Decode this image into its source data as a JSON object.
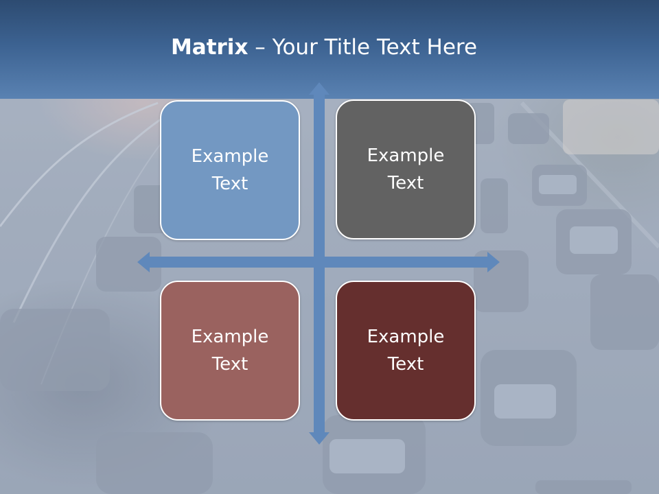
{
  "slide": {
    "title_bold": "Matrix",
    "title_rest": " – Your Title Text Here"
  },
  "matrix": {
    "top_left": "Example Text",
    "top_right": "Example Text",
    "bottom_left": "Example Text",
    "bottom_right": "Example Text"
  },
  "colors": {
    "header": "#3c6291",
    "arrow": "#5f88bb",
    "top_left": "#7398c2",
    "top_right": "#626262",
    "bottom_left": "#9a625f",
    "bottom_right": "#652f2e"
  }
}
